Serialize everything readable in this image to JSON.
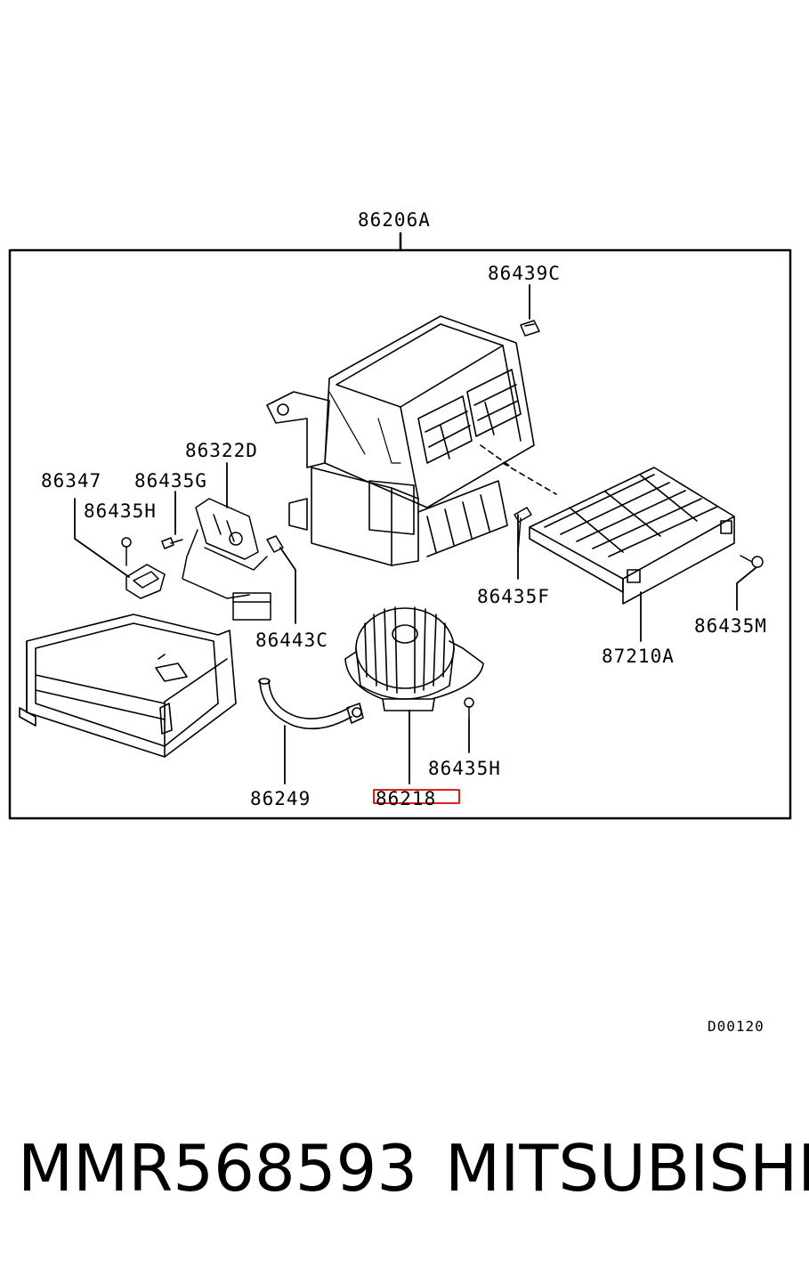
{
  "diagram": {
    "assembly_label": "86206A",
    "labels": {
      "l86439c": "86439C",
      "l86322d": "86322D",
      "l86347": "86347",
      "l86435g": "86435G",
      "l86435h_top": "86435H",
      "l86435f": "86435F",
      "l86443c": "86443C",
      "l86435m": "86435M",
      "l87210a": "87210A",
      "l86435h_bottom": "86435H",
      "l86249": "86249",
      "l86218": "86218"
    },
    "highlighted_label": "86218",
    "highlight_color": "#dd0000",
    "drawing_code": "D00120"
  },
  "footer": {
    "part_number": "MMR568593",
    "brand": "MITSUBISHI"
  }
}
